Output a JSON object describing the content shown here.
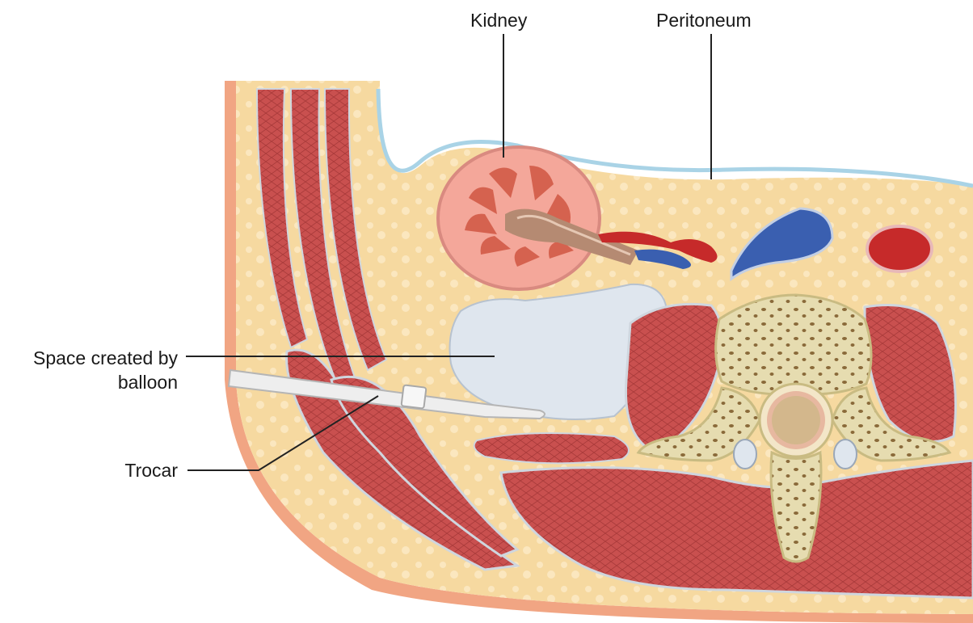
{
  "labels": {
    "kidney": "Kidney",
    "peritoneum": "Peritoneum",
    "space_line1": "Space created by",
    "space_line2": "balloon",
    "trocar": "Trocar"
  },
  "colors": {
    "fat": "#f6d9a0",
    "muscle": "#c9504f",
    "bone": "#e6dcb0",
    "skin": "#f1a583",
    "vein": "#3a5fb0",
    "artery": "#c62a2a",
    "balloon_space": "#dfe6ee",
    "peritoneum_line": "#a9d3e6",
    "kidney": "#f4a79a"
  }
}
